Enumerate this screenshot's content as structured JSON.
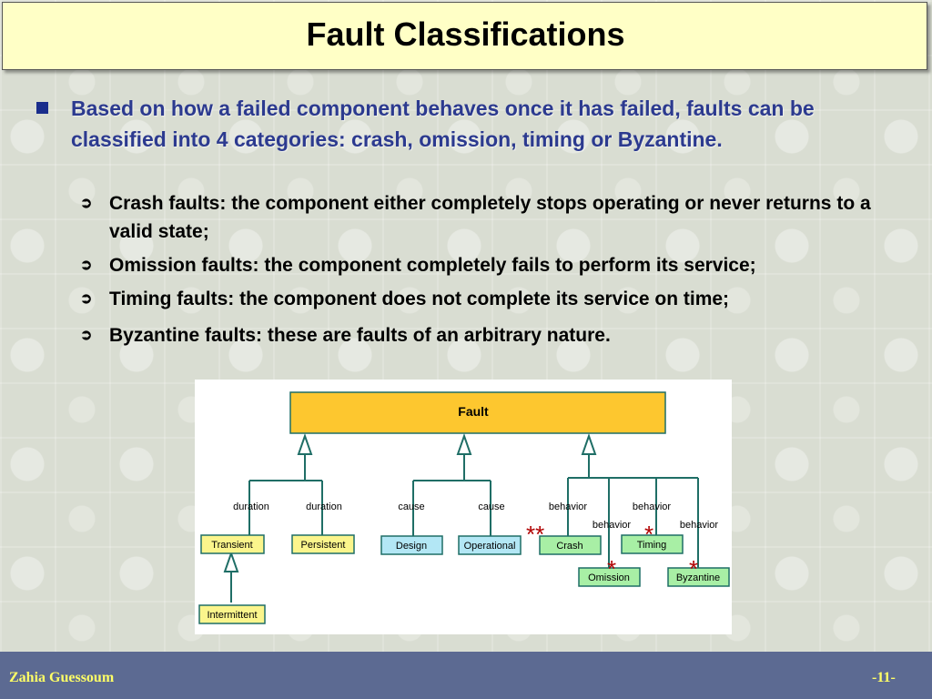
{
  "slide": {
    "title": "Fault Classifications",
    "main_bullet": "Based on how a failed component behaves once it has failed, faults can be classified into 4 categories: crash, omission, timing or Byzantine.",
    "sub_bullets": [
      "Crash faults: the component either completely stops operating or never returns to a valid state;",
      "Omission faults: the component completely fails to perform its service;",
      "Timing faults: the component does not complete its service on time;",
      "Byzantine faults: these are faults of an arbitrary nature."
    ]
  },
  "diagram": {
    "root": "Fault",
    "edge_labels": {
      "duration": "duration",
      "cause": "cause",
      "behavior": "behavior"
    },
    "nodes": {
      "transient": "Transient",
      "persistent": "Persistent",
      "design": "Design",
      "operational": "Operational",
      "crash": "Crash",
      "timing": "Timing",
      "omission": "Omission",
      "byzantine": "Byzantine",
      "intermittent": "Intermittent"
    },
    "marks": {
      "double": "**",
      "single": "*"
    },
    "colors": {
      "root_fill": "#fdc72f",
      "duration_fill": "#fbf58c",
      "cause_fill": "#b3e7f5",
      "behavior_fill": "#a8efa5",
      "line": "#1f6e66",
      "mark": "#b00000"
    }
  },
  "footer": {
    "author": "Zahia Guessoum",
    "page": "-11-"
  }
}
